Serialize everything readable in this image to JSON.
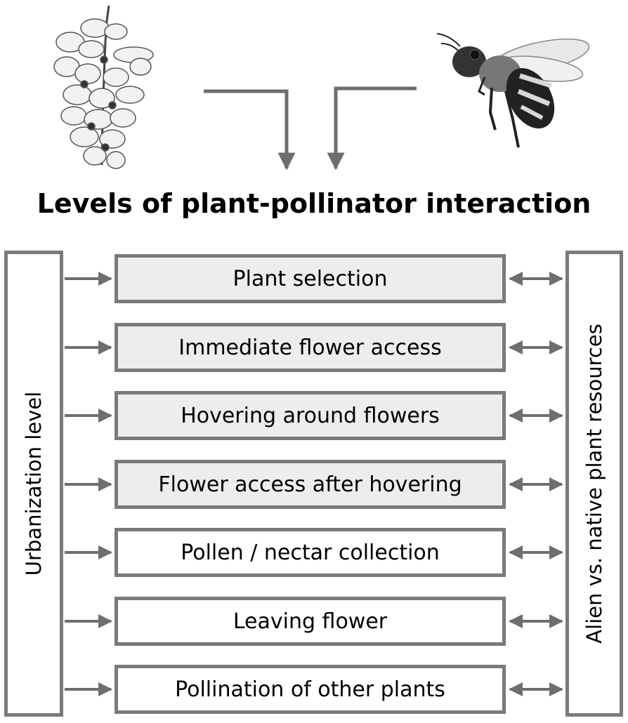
{
  "title": "Levels of plant-pollinator interaction",
  "left_box": {
    "label": "Urbanization level"
  },
  "right_box": {
    "label": "Alien vs. native plant resources"
  },
  "levels": [
    {
      "label": "Plant selection",
      "shaded": true
    },
    {
      "label": "Immediate flower access",
      "shaded": true
    },
    {
      "label": "Hovering around flowers",
      "shaded": true
    },
    {
      "label": "Flower access after hovering",
      "shaded": true
    },
    {
      "label": "Pollen / nectar collection",
      "shaded": false
    },
    {
      "label": "Leaving flower",
      "shaded": false
    },
    {
      "label": "Pollination of other plants",
      "shaded": false
    }
  ],
  "colors": {
    "box_border": "#7a7a7a",
    "arrow": "#6e6e6e",
    "shaded_fill": "#ededed",
    "plain_fill": "#ffffff",
    "text": "#000000"
  },
  "icons": [
    "flower-cluster-illustration",
    "bee-illustration"
  ]
}
